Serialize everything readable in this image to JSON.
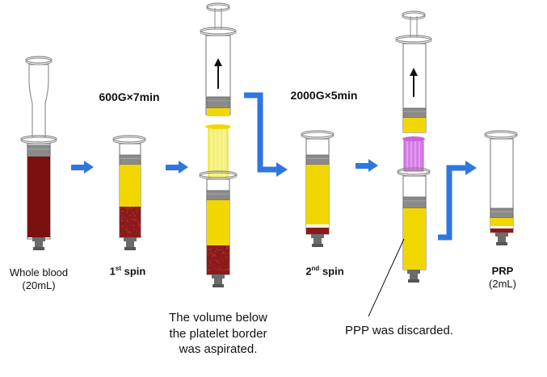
{
  "labels": {
    "whole_blood_line1": "Whole blood",
    "whole_blood_line2": "(20mL)",
    "first_spin_pre": "1",
    "first_spin_sup": "st",
    "first_spin_post": " spin",
    "second_spin_pre": "2",
    "second_spin_sup": "nd",
    "second_spin_post": " spin",
    "prp_line1": "PRP",
    "prp_line2": "(2mL)"
  },
  "conditions": {
    "first": "600G×7min",
    "second": "2000G×5min"
  },
  "notes": {
    "aspirate_line1": "The volume below",
    "aspirate_line2": "the platelet border",
    "aspirate_line3": "was aspirated.",
    "discard": "PPP was discarded."
  },
  "colors": {
    "whole_blood": "#7a1010",
    "red_cells": "#8b1a1a",
    "plasma": "#f2d600",
    "aspirated_plasma": "#f5f07a",
    "ppp_discarded": "#d47ce6",
    "arrow": "#2f76e0",
    "outline": "#888888",
    "plunger": "#8a8a8a",
    "tip": "#6b6b6b"
  },
  "icons": {
    "flow_arrow": "right-arrow-icon",
    "connector": "elbow-arrow-icon",
    "pull": "up-arrow-icon"
  }
}
